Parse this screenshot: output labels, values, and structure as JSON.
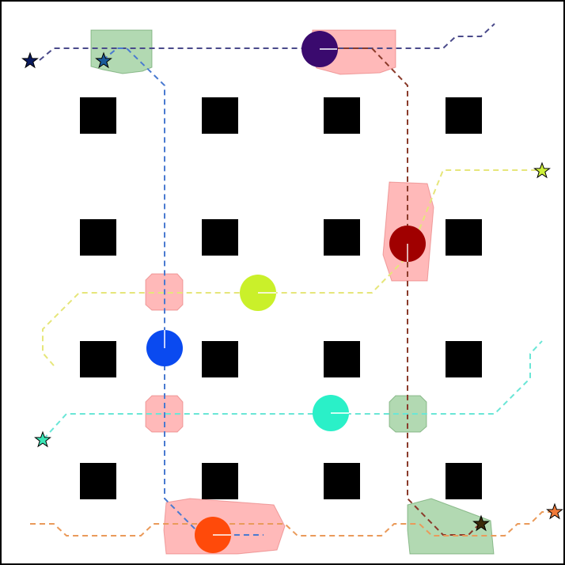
{
  "scene": {
    "obstacles": [
      {
        "id": "o1"
      },
      {
        "id": "o2"
      },
      {
        "id": "o3"
      },
      {
        "id": "o4"
      },
      {
        "id": "o5"
      },
      {
        "id": "o6"
      },
      {
        "id": "o7"
      },
      {
        "id": "o8"
      },
      {
        "id": "o9"
      },
      {
        "id": "o10"
      },
      {
        "id": "o11"
      },
      {
        "id": "o12"
      },
      {
        "id": "o13"
      },
      {
        "id": "o14"
      },
      {
        "id": "o15"
      },
      {
        "id": "o16"
      }
    ],
    "zones": [
      {
        "id": "z-green-top",
        "kind": "green"
      },
      {
        "id": "z-red-top",
        "kind": "red"
      },
      {
        "id": "z-red-right",
        "kind": "red"
      },
      {
        "id": "z-red-mid-upper",
        "kind": "red"
      },
      {
        "id": "z-red-mid-lower",
        "kind": "red"
      },
      {
        "id": "z-green-mid",
        "kind": "green"
      },
      {
        "id": "z-red-bottom",
        "kind": "red"
      },
      {
        "id": "z-green-bottom",
        "kind": "green"
      }
    ],
    "agents": [
      {
        "id": "navy",
        "color": "#3a0a6e",
        "path_color": "#4a4a8a",
        "goal_color": "#0a1a5e"
      },
      {
        "id": "blue",
        "color": "#0a4af0",
        "path_color": "#4a7ad0",
        "goal_color": "#1a5a9a"
      },
      {
        "id": "darkred",
        "color": "#a00000",
        "path_color": "#8a3a2a",
        "goal_color": "#3a2a0a"
      },
      {
        "id": "yellow",
        "color": "#caf02a",
        "path_color": "#e6e67a",
        "goal_color": "#cef03a"
      },
      {
        "id": "cyan",
        "color": "#2af0c8",
        "path_color": "#6ae6d6",
        "goal_color": "#3ae6b6"
      },
      {
        "id": "orange",
        "color": "#ff4a0a",
        "path_color": "#ea9a5a",
        "goal_color": "#f07a3a"
      }
    ]
  }
}
